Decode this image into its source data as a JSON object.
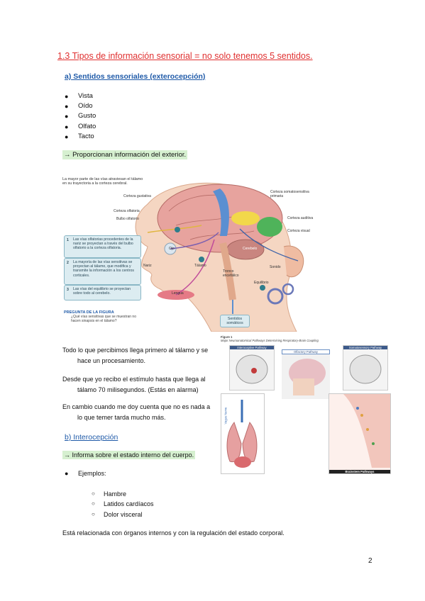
{
  "section_heading": "1.3 Tipos de información sensorial = no solo tenemos 5 sentidos.",
  "sub_a": {
    "heading": "a) Sentidos sensoriales (exterocepción)",
    "items": [
      "Vista",
      "Oído",
      "Gusto",
      "Olfato",
      "Tacto"
    ],
    "summary": "→ Proporcionan información del exterior."
  },
  "figure1": {
    "title": "La mayor parte de las vías atraviesan el tálamo en su trayectoria a la corteza cerebral.",
    "labels": {
      "corteza_gustativa": "Corteza gustativa",
      "corteza_olfatoria": "Corteza olfatoria",
      "bulbo_olfatorio": "Bulbo olfatorio",
      "corteza_somatosensitiva": "Corteza somatosensitiva primaria",
      "corteza_auditiva": "Corteza auditiva",
      "corteza_visual": "Corteza visual",
      "ojo": "Ojo",
      "nariz": "Nariz",
      "talamo": "Tálamo",
      "cerebelo": "Cerebelo",
      "tronco": "Tronco encefálico",
      "sonido": "Sonido",
      "equilibrio": "Equilibrio",
      "lengua": "Lengua",
      "sentidos_somaticos": "Sentidos somáticos"
    },
    "callouts": [
      "Las vías olfatorias procedentes de la nariz se proyectan a través del bulbo olfatorio a la corteza olfatoria.",
      "La mayoría de las vías sensitivas se proyectan al tálamo, que modifica y transmite la información a los centros corticales.",
      "Las vías del equilibrio se proyectan sobre todo al cerebelo."
    ],
    "callout_numbers": [
      "1",
      "2",
      "3"
    ],
    "question_title": "PREGUNTA DE LA FIGURA",
    "question_text": "¿Qué vías sensitivas que se muestran no hacen sinapsis en el tálamo?"
  },
  "figure2": {
    "label": "Figure 1",
    "title": "Major Neuroanatomical Pathways Determining Respiratory-Brain Coupling",
    "pathways": [
      "Interoceptive Pathway",
      "Olfactory Pathway",
      "Somatosensory Pathway"
    ],
    "vagus": "Vagus Nerve",
    "brainstem": "Brainstem Pathways"
  },
  "para1": [
    "Todo lo que percibimos llega primero al tálamo y se",
    "hace un procesamiento."
  ],
  "para2": [
    "Desde que yo recibo el estímulo hasta que llega al",
    "tálamo 70 milisegundos. (Estás en alarma)"
  ],
  "para3": [
    "En cambio cuando me doy cuenta que no es nada a",
    "lo que temer tarda mucho más."
  ],
  "sub_b": {
    "heading": "b) Interocepción",
    "summary": "→ Informa sobre el estado interno del cuerpo.",
    "examples_label": "Ejemplos:",
    "examples": [
      "Hambre",
      "Latidos cardíacos",
      "Dolor visceral"
    ],
    "closing": "Está relacionada con órganos internos y con la regulación del estado corporal."
  },
  "page_number": "2",
  "colors": {
    "heading_red": "#e03030",
    "subheading_blue": "#1f5aa8",
    "highlight_green": "#d6f0d0"
  }
}
